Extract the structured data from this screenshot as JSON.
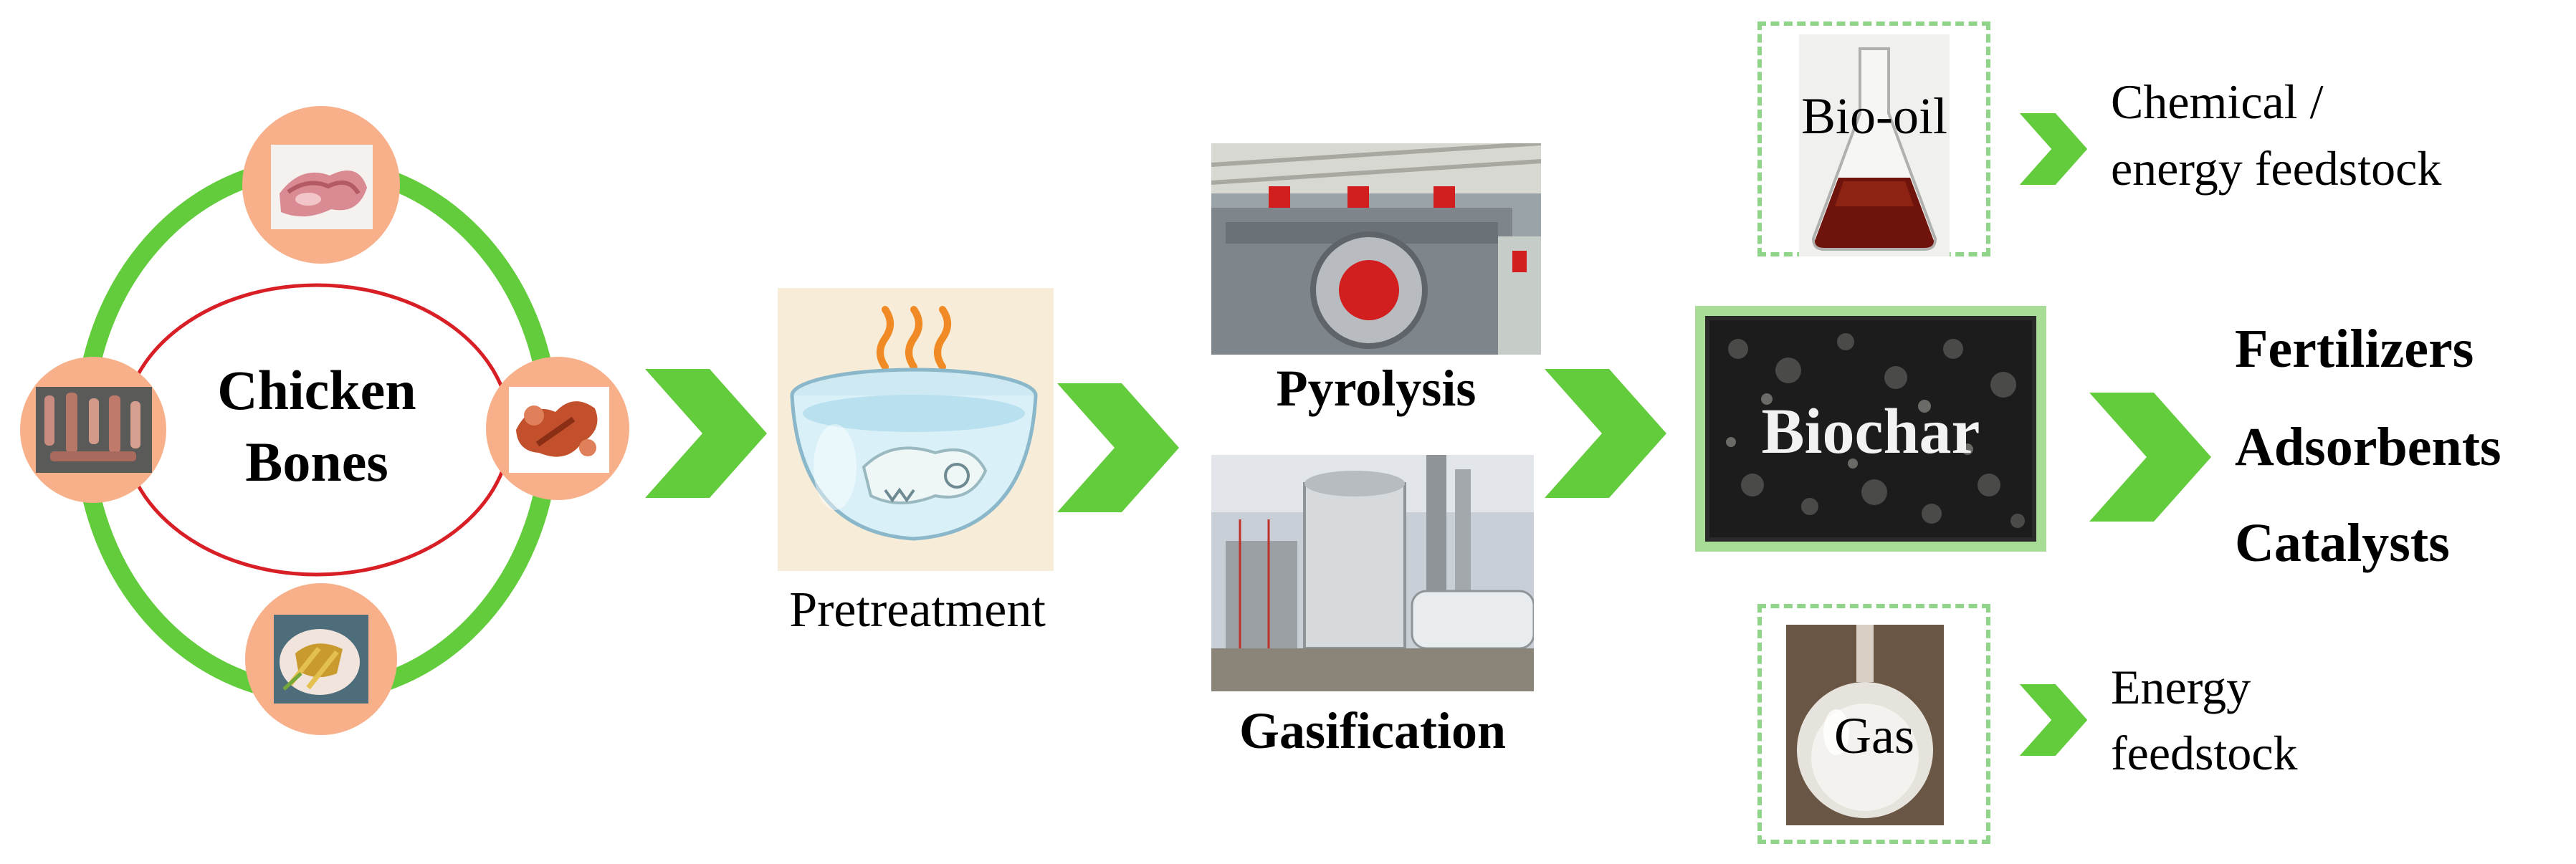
{
  "source": {
    "title_line1": "Chicken",
    "title_line2": "Bones",
    "images": [
      {
        "name": "raw-bones-photo"
      },
      {
        "name": "cooked-bones-photo"
      },
      {
        "name": "plate-bones-photo"
      },
      {
        "name": "leg-bones-photo"
      }
    ]
  },
  "pretreatment": {
    "label": "Pretreatment"
  },
  "processes": {
    "pyrolysis": "Pyrolysis",
    "gasification": "Gasification"
  },
  "products": {
    "bio_oil": "Bio-oil",
    "biochar": "Biochar",
    "gas": "Gas"
  },
  "uses": {
    "bio_oil_line1": "Chemical /",
    "bio_oil_line2": "energy feedstock",
    "gas_line1": "Energy",
    "gas_line2": "feedstock",
    "biochar": [
      "Fertilizers",
      "Adsorbents",
      "Catalysts"
    ]
  },
  "colors": {
    "arrow_green": "#62cc3c",
    "ring_green": "#62cc3c",
    "inner_ring_red": "#d81f26",
    "node_peach": "#f7b08a",
    "dashed_green": "#8fd488",
    "biochar_frame": "#a9dc96"
  }
}
